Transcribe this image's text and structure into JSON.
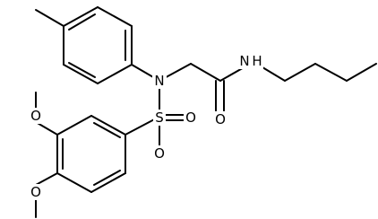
{
  "molecule": {
    "atoms": [
      {
        "id": "N1",
        "label": "N"
      },
      {
        "id": "S1",
        "label": "S"
      },
      {
        "id": "O1",
        "label": "O"
      },
      {
        "id": "O2",
        "label": "O"
      },
      {
        "id": "O3",
        "label": "O"
      },
      {
        "id": "N2",
        "label": "N"
      },
      {
        "id": "H2",
        "label": "H"
      },
      {
        "id": "O4",
        "label": "O"
      },
      {
        "id": "O5",
        "label": "O"
      }
    ]
  },
  "colors": {
    "bond": "#000000",
    "label": "#000000",
    "background": "#ffffff"
  }
}
